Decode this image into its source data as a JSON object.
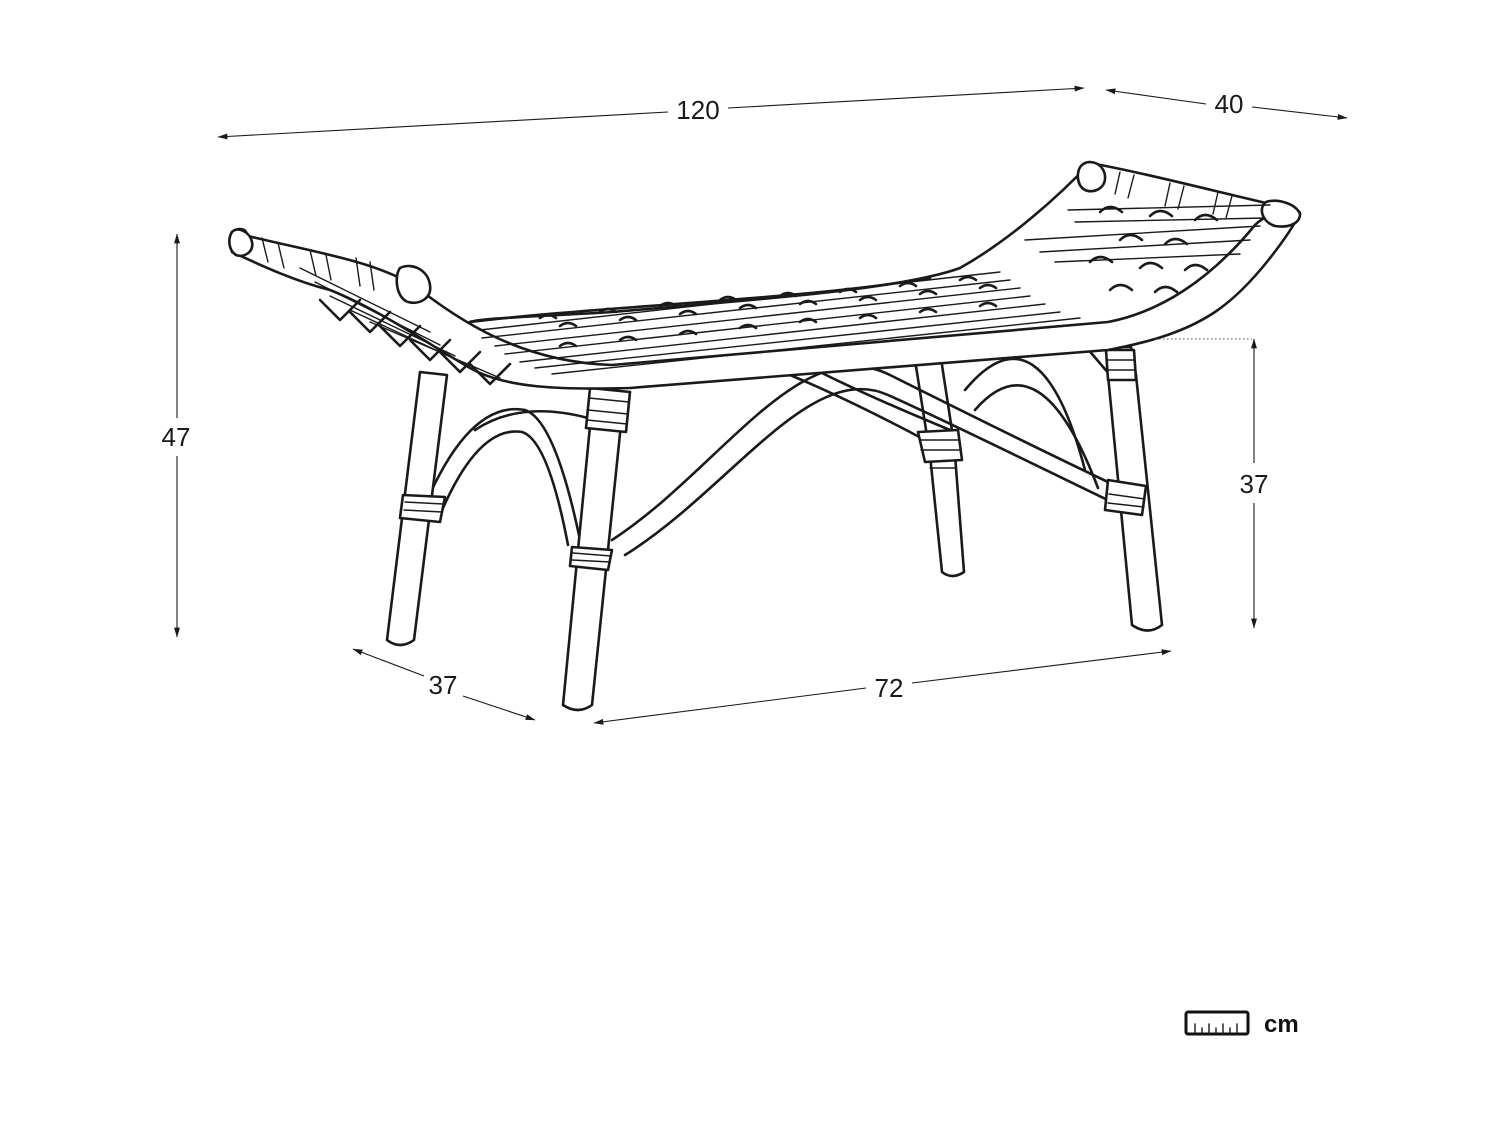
{
  "dimensions": {
    "overall_width": "120",
    "overall_depth": "40",
    "overall_height": "47",
    "seat_height": "37",
    "leg_depth": "37",
    "leg_span": "72"
  },
  "unit": {
    "label": "cm",
    "icon": "ruler-icon"
  },
  "colors": {
    "line": "#1a1a1a",
    "background": "#ffffff"
  }
}
